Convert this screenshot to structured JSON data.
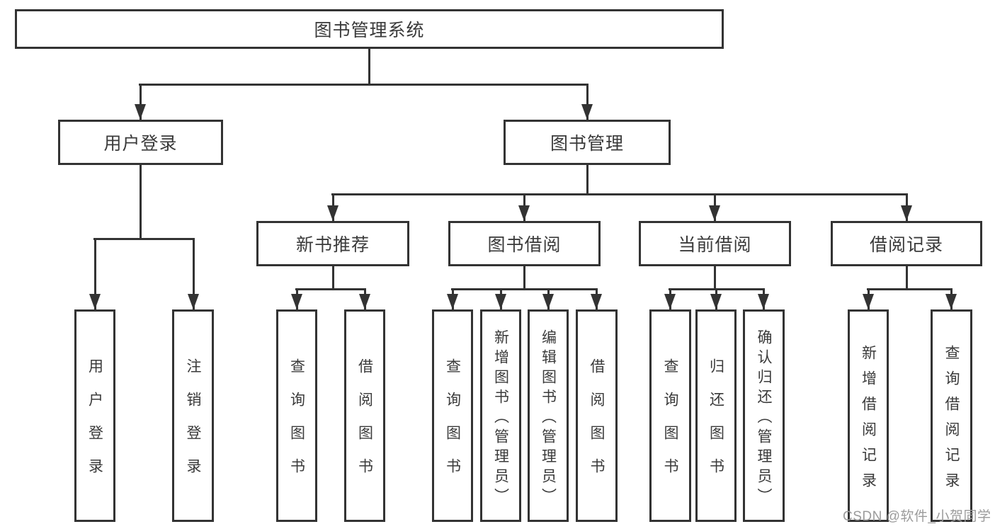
{
  "page": {
    "background": "#ffffff"
  },
  "colors": {
    "line": "#333333",
    "text": "#3a3a3a",
    "watermark": "#9b9b9b"
  },
  "watermark": "CSDN @软件_小贺同学",
  "tree": {
    "root": {
      "label": "图书管理系统",
      "children": [
        {
          "label": "用户登录",
          "leaves": [
            "用户登录",
            "注销登录"
          ]
        },
        {
          "label": "图书管理",
          "children": [
            {
              "label": "新书推荐",
              "leaves": [
                "查询图书",
                "借阅图书"
              ]
            },
            {
              "label": "图书借阅",
              "leaves": [
                "查询图书",
                "新增图书（管理员）",
                "编辑图书（管理员）",
                "借阅图书"
              ]
            },
            {
              "label": "当前借阅",
              "leaves": [
                "查询图书",
                "归还图书",
                "确认归还（管理员）"
              ]
            },
            {
              "label": "借阅记录",
              "leaves": [
                "新增借阅记录",
                "查询借阅记录"
              ]
            }
          ]
        }
      ]
    }
  }
}
